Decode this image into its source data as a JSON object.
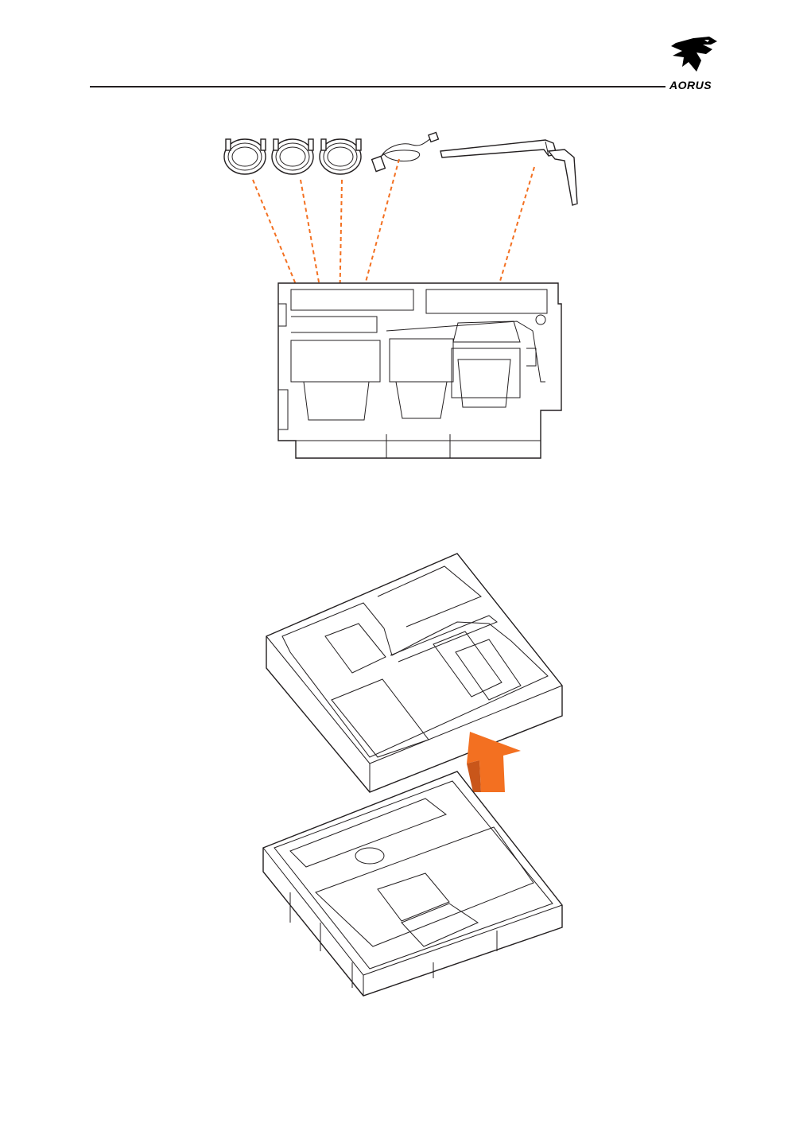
{
  "header": {
    "brand_logo_text": "AORUS",
    "accent_color": "#f37021",
    "line_color": "#231f20"
  },
  "figures": [
    {
      "name": "packing-contents-diagram",
      "items": [
        "cable",
        "cable",
        "cable",
        "power-cord",
        "stand-arm"
      ],
      "target": "foam-tray"
    },
    {
      "name": "lift-foam-diagram",
      "action": "lift-up",
      "arrow_color": "#f37021"
    }
  ]
}
